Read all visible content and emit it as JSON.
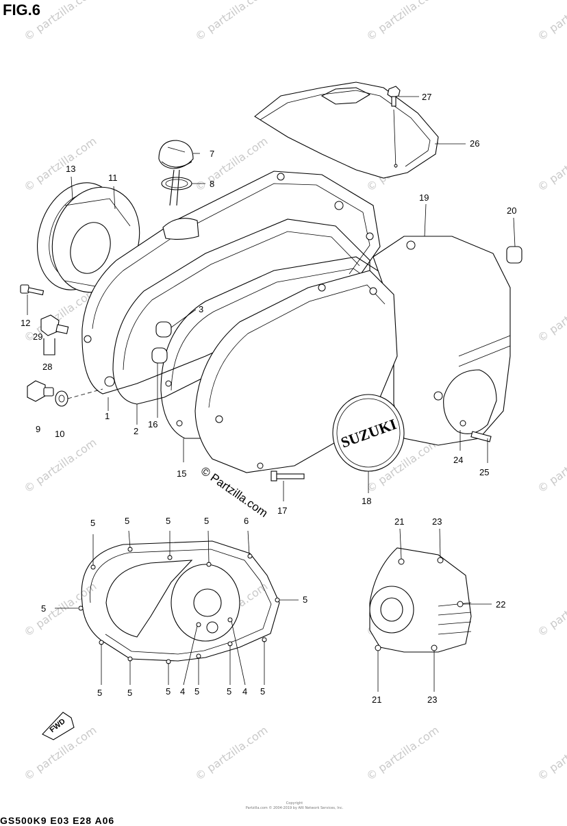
{
  "figure": {
    "title": "FIG.6"
  },
  "callouts": [
    {
      "id": "c27",
      "label": "27"
    },
    {
      "id": "c26",
      "label": "26"
    },
    {
      "id": "c7",
      "label": "7"
    },
    {
      "id": "c8",
      "label": "8"
    },
    {
      "id": "c13",
      "label": "13"
    },
    {
      "id": "c11",
      "label": "11"
    },
    {
      "id": "c19",
      "label": "19"
    },
    {
      "id": "c20",
      "label": "20"
    },
    {
      "id": "c12",
      "label": "12"
    },
    {
      "id": "c3",
      "label": "3"
    },
    {
      "id": "c29",
      "label": "29"
    },
    {
      "id": "c28",
      "label": "28"
    },
    {
      "id": "c9",
      "label": "9"
    },
    {
      "id": "c10",
      "label": "10"
    },
    {
      "id": "c1",
      "label": "1"
    },
    {
      "id": "c2",
      "label": "2"
    },
    {
      "id": "c16",
      "label": "16"
    },
    {
      "id": "c15",
      "label": "15"
    },
    {
      "id": "c17",
      "label": "17"
    },
    {
      "id": "c18",
      "label": "18"
    },
    {
      "id": "c24",
      "label": "24"
    },
    {
      "id": "c25",
      "label": "25"
    },
    {
      "id": "c5a",
      "label": "5"
    },
    {
      "id": "c5b",
      "label": "5"
    },
    {
      "id": "c5c",
      "label": "5"
    },
    {
      "id": "c5d",
      "label": "5"
    },
    {
      "id": "c6",
      "label": "6"
    },
    {
      "id": "c5e",
      "label": "5"
    },
    {
      "id": "c5f",
      "label": "5"
    },
    {
      "id": "c5g",
      "label": "5"
    },
    {
      "id": "c5h",
      "label": "5"
    },
    {
      "id": "c5i",
      "label": "5"
    },
    {
      "id": "c4a",
      "label": "4"
    },
    {
      "id": "c5j",
      "label": "5"
    },
    {
      "id": "c5k",
      "label": "5"
    },
    {
      "id": "c4b",
      "label": "4"
    },
    {
      "id": "c5l",
      "label": "5"
    },
    {
      "id": "c21a",
      "label": "21"
    },
    {
      "id": "c23a",
      "label": "23"
    },
    {
      "id": "c22",
      "label": "22"
    },
    {
      "id": "c21b",
      "label": "21"
    },
    {
      "id": "c23b",
      "label": "23"
    }
  ],
  "brand_badge": "SUZUKI",
  "fwd_arrow": "FWD",
  "watermark": {
    "text": "© Partzilla.com",
    "small_text": "© partzilla.com"
  },
  "footer": {
    "line1": "Copyright",
    "line2": "Partzilla.com © 2004-2019 by ARI Network Services, Inc.",
    "code": "GS500K9 E03 E28 A06"
  }
}
